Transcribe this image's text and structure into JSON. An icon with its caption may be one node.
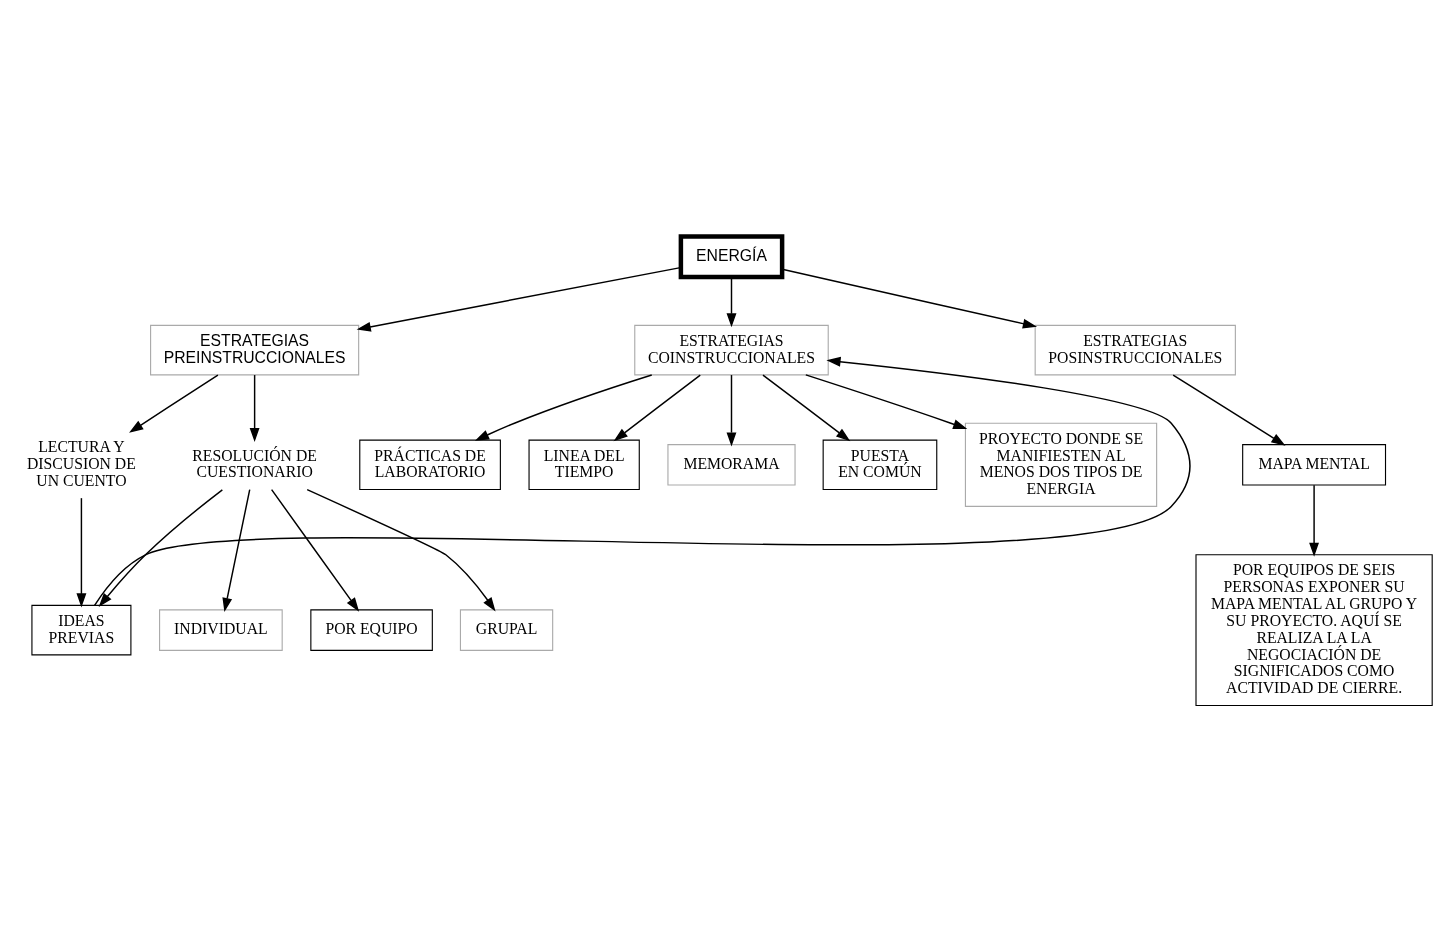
{
  "diagram": {
    "nodes": [
      {
        "text": [
          "ENERGÍA"
        ]
      },
      {
        "text": [
          "ESTRATEGIAS PREINSTRUCCIONALES"
        ]
      },
      {
        "text": [
          "ESTRATEGIAS COINSTRUCCIONALES"
        ]
      },
      {
        "text": [
          "ESTRATEGIAS POSINSTRUCCIONALES"
        ]
      },
      {
        "text": [
          "LECTURA Y DISCUSION DE UN CUENTO"
        ]
      },
      {
        "text": [
          "RESOLUCIÓN DE CUESTIONARIO"
        ]
      },
      {
        "text": [
          "PRÁCTICAS DE LABORATORIO"
        ]
      },
      {
        "text": [
          "LINEA DEL TIEMPO"
        ]
      },
      {
        "text": [
          "MEMORAMA"
        ]
      },
      {
        "text": [
          "PUESTA EN COMÚN"
        ]
      },
      {
        "text": [
          "PROYECTO DONDE SE MANIFIESTEN AL MENOS DOS TIPOS DE ENERGIA"
        ]
      },
      {
        "text": [
          "MAPA MENTAL"
        ]
      },
      {
        "text": [
          "INDIVIDUAL"
        ]
      },
      {
        "text": [
          "POR EQUIPO"
        ]
      },
      {
        "text": [
          "GRUPAL"
        ]
      },
      {
        "text": [
          "IDEAS PREVIAS"
        ]
      },
      {
        "text": [
          "POR EQUIPOS DE SEIS PERSONAS EXPONER SU MAPA MENTAL AL GRUPO Y SU PROYECTO. AQUÍ SE REALIZA LA LA NEGOCIACIÓN DE SIGNIFICADOS COMO ACTIVIDAD DE CIERRE."
        ]
      }
    ],
    "edges": [
      {
        "from": 0,
        "to": 1,
        "arrow": "to"
      },
      {
        "from": 0,
        "to": 2,
        "arrow": "to"
      },
      {
        "from": 0,
        "to": 3,
        "arrow": "to"
      },
      {
        "from": 1,
        "to": 4,
        "arrow": "to"
      },
      {
        "from": 1,
        "to": 5,
        "arrow": "to"
      },
      {
        "from": 2,
        "to": 6,
        "arrow": "to"
      },
      {
        "from": 2,
        "to": 7,
        "arrow": "to"
      },
      {
        "from": 2,
        "to": 8,
        "arrow": "to"
      },
      {
        "from": 2,
        "to": 9,
        "arrow": "to"
      },
      {
        "from": 2,
        "to": 10,
        "arrow": "to"
      },
      {
        "from": 3,
        "to": 11,
        "arrow": "to"
      },
      {
        "from": 11,
        "to": 16,
        "arrow": "to"
      },
      {
        "from": 5,
        "to": 12,
        "arrow": "to"
      },
      {
        "from": 5,
        "to": 13,
        "arrow": "to"
      },
      {
        "from": 5,
        "to": 14,
        "arrow": "to"
      },
      {
        "from": 4,
        "to": 15,
        "arrow": "to"
      },
      {
        "from": 5,
        "to": 15,
        "arrow": "to"
      },
      {
        "from": 15,
        "to": 2,
        "arrow": "to"
      }
    ]
  }
}
